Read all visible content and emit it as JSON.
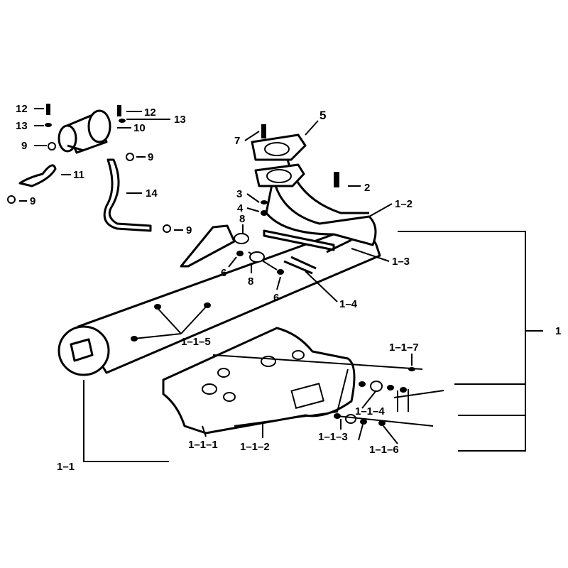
{
  "title": "Exhaust system parts diagram",
  "labels": {
    "l12a": "12",
    "l13a": "13",
    "l9a": "9",
    "l12b": "12",
    "l13b": "13",
    "l10": "10",
    "l9b": "9",
    "l11": "11",
    "l14": "14",
    "l9c": "9",
    "l9d": "9",
    "l5": "5",
    "l7": "7",
    "l2": "2",
    "l3": "3",
    "l4": "4",
    "l8a": "8",
    "l8b": "8",
    "l6a": "6",
    "l6b": "6",
    "l1_2": "1-2",
    "l1_3": "1-3",
    "l1_4": "1-4",
    "l1_1_5": "1-1-5",
    "l1": "1",
    "l1_1_7": "1-1-7",
    "l1_1_4": "1-1-4",
    "l1_1_3": "1-1-3",
    "l1_1_6": "1-1-6",
    "l1_1_1": "1-1-1",
    "l1_1_2": "1-1-2",
    "l1_1": "1-1"
  }
}
